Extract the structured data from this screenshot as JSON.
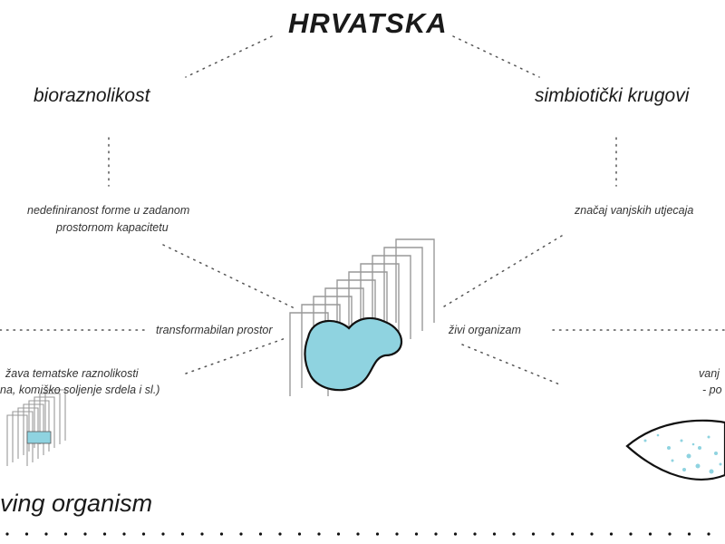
{
  "title": "HRVATSKA",
  "branch_left": "bioraznolikost",
  "branch_right": "simbiotički krugovi",
  "note_left_1": "nedefiniranost forme u zadanom",
  "note_left_2": "prostornom kapacitetu",
  "note_right": "značaj vanjskih utjecaja",
  "link_left": "transformabilan prostor",
  "link_right": "živi organizam",
  "note_bottom_left_1": "žava tematske raznolikosti",
  "note_bottom_left_2": "na, komiško soljenje srdela i sl.)",
  "note_bottom_right_1": "vanj",
  "note_bottom_right_2": "- po",
  "footer": "ving organism",
  "colors": {
    "accent": "#8fd3e0",
    "line": "#555555",
    "frame": "#999999"
  }
}
